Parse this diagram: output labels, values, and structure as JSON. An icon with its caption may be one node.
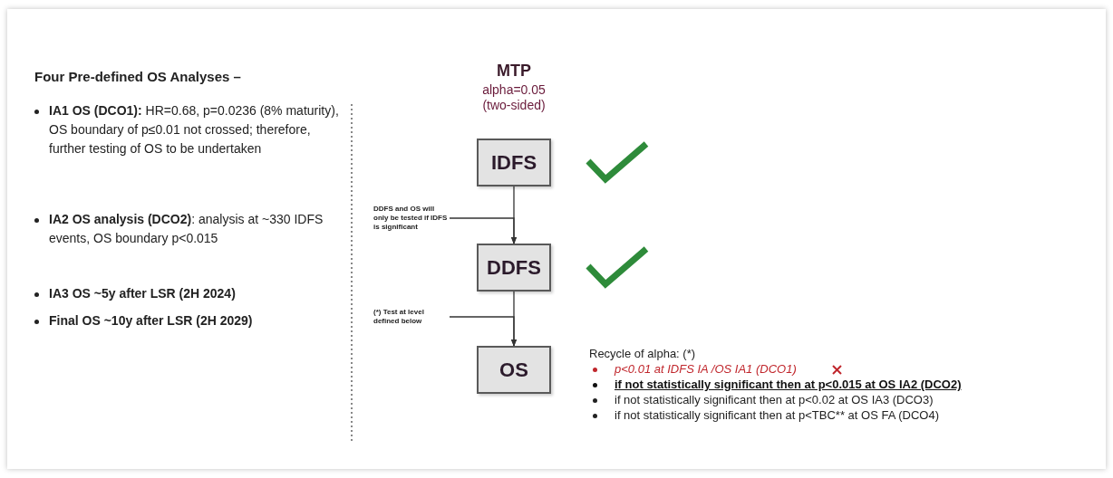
{
  "diagram": {
    "nodes": [
      {
        "text": [
          "IDFS"
        ]
      },
      {
        "text": [
          "DDFS"
        ]
      },
      {
        "text": [
          "OS"
        ]
      },
      {
        "text": [
          "DDFS and OS will only be tested if IDFS is significant"
        ]
      },
      {
        "text": [
          "(*) Test at level defined below"
        ]
      }
    ],
    "edges": [
      {
        "from": 0,
        "to": 1,
        "arrow": "to"
      },
      {
        "from": 1,
        "to": 2,
        "arrow": "to"
      },
      {
        "from": 3,
        "to": 1,
        "arrow": "to"
      },
      {
        "from": 4,
        "to": 2,
        "arrow": "to"
      }
    ],
    "labels": [
      "Four Pre-defined OS Analyses –",
      "**IA1 OS (DCO1):** HR=0.68, p=0.0236 (8% maturity), OS boundary of p≤0.01 not crossed; therefore, further testing of OS to be undertaken",
      "**IA2 OS analysis (DCO2)**: analysis at ~330 IDFS events, OS boundary p<0.015",
      "IA3 OS ~5y after LSR (2H 2024)",
      "Final OS ~10y after LSR (2H 2029)",
      "MTP",
      "alpha=0.05",
      "(two-sided)",
      "Recycle of alpha: (*)",
      "p<0.01 at IDFS IA /OS IA1 (DCO1)",
      "if not statistically significant then at p<0.015 at OS IA2 (DCO2)",
      "if not statistically significant then at p<0.02 at OS IA3 (DCO3)",
      "if not statistically significant then at p<TBC** at OS FA (DCO4)"
    ]
  }
}
